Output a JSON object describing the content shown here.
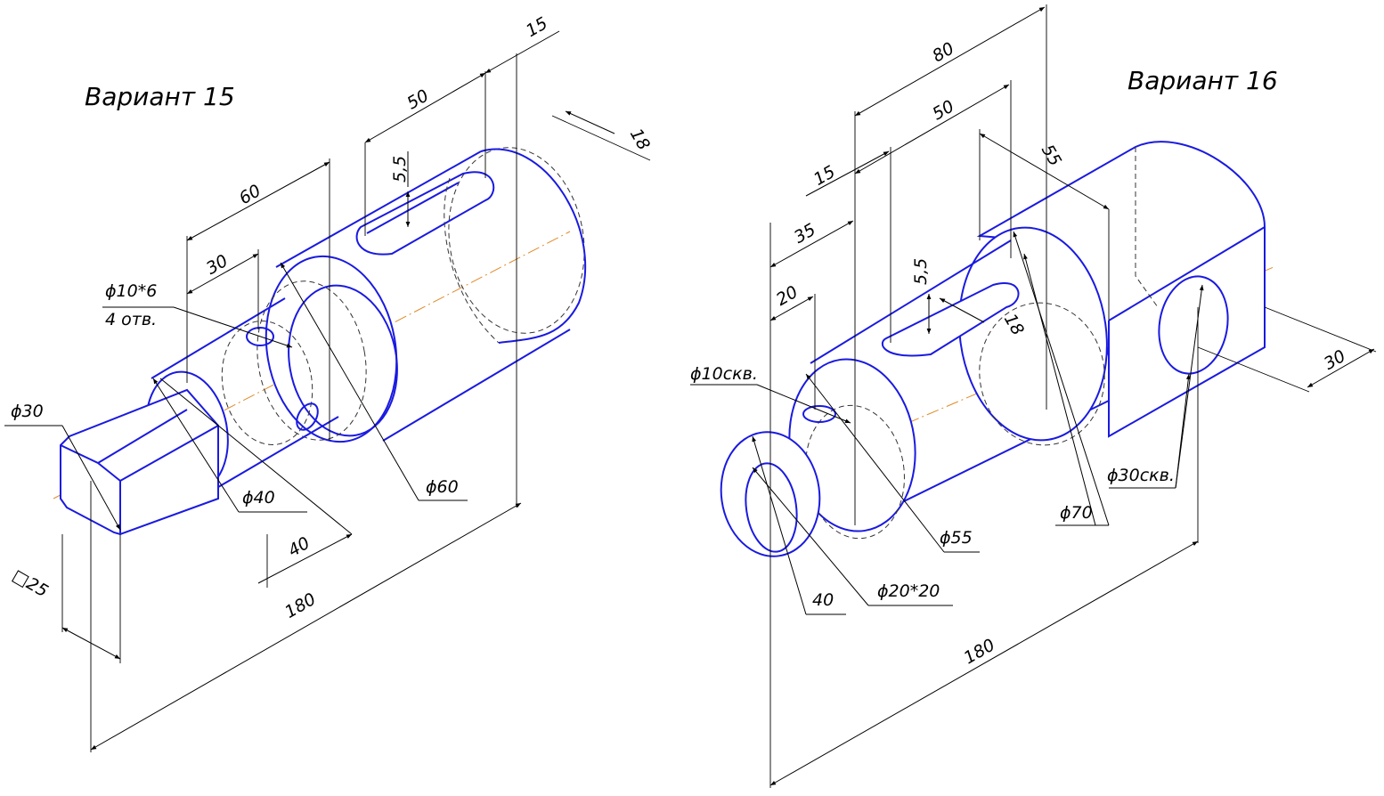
{
  "drawings": [
    {
      "title": "Вариант 15",
      "dimensions": {
        "d30": "ϕ30",
        "d10x6": "ϕ10*6",
        "holes": "4 отв.",
        "d40": "ϕ40",
        "d60": "ϕ60",
        "l15": "15",
        "l50": "50",
        "l60": "60",
        "l30": "30",
        "l18": "18",
        "l55": "5,5",
        "l40": "40",
        "l180": "180",
        "sq25": "□25"
      }
    },
    {
      "title": "Вариант 16",
      "dimensions": {
        "l80": "80",
        "l50": "50",
        "l15": "15",
        "l35": "35",
        "l20": "20",
        "l55a": "55",
        "l55b": "5,5",
        "l18": "18",
        "l30": "30",
        "d10sq": "ϕ10скв.",
        "d30sq": "ϕ30скв.",
        "d70": "ϕ70",
        "d55": "ϕ55",
        "d20x20": "ϕ20*20",
        "l40": "40",
        "l180": "180"
      }
    }
  ],
  "colors": {
    "object_lines": "#1a1ae0",
    "axis_lines": "#e08a2a",
    "dimension_lines": "#000000"
  }
}
